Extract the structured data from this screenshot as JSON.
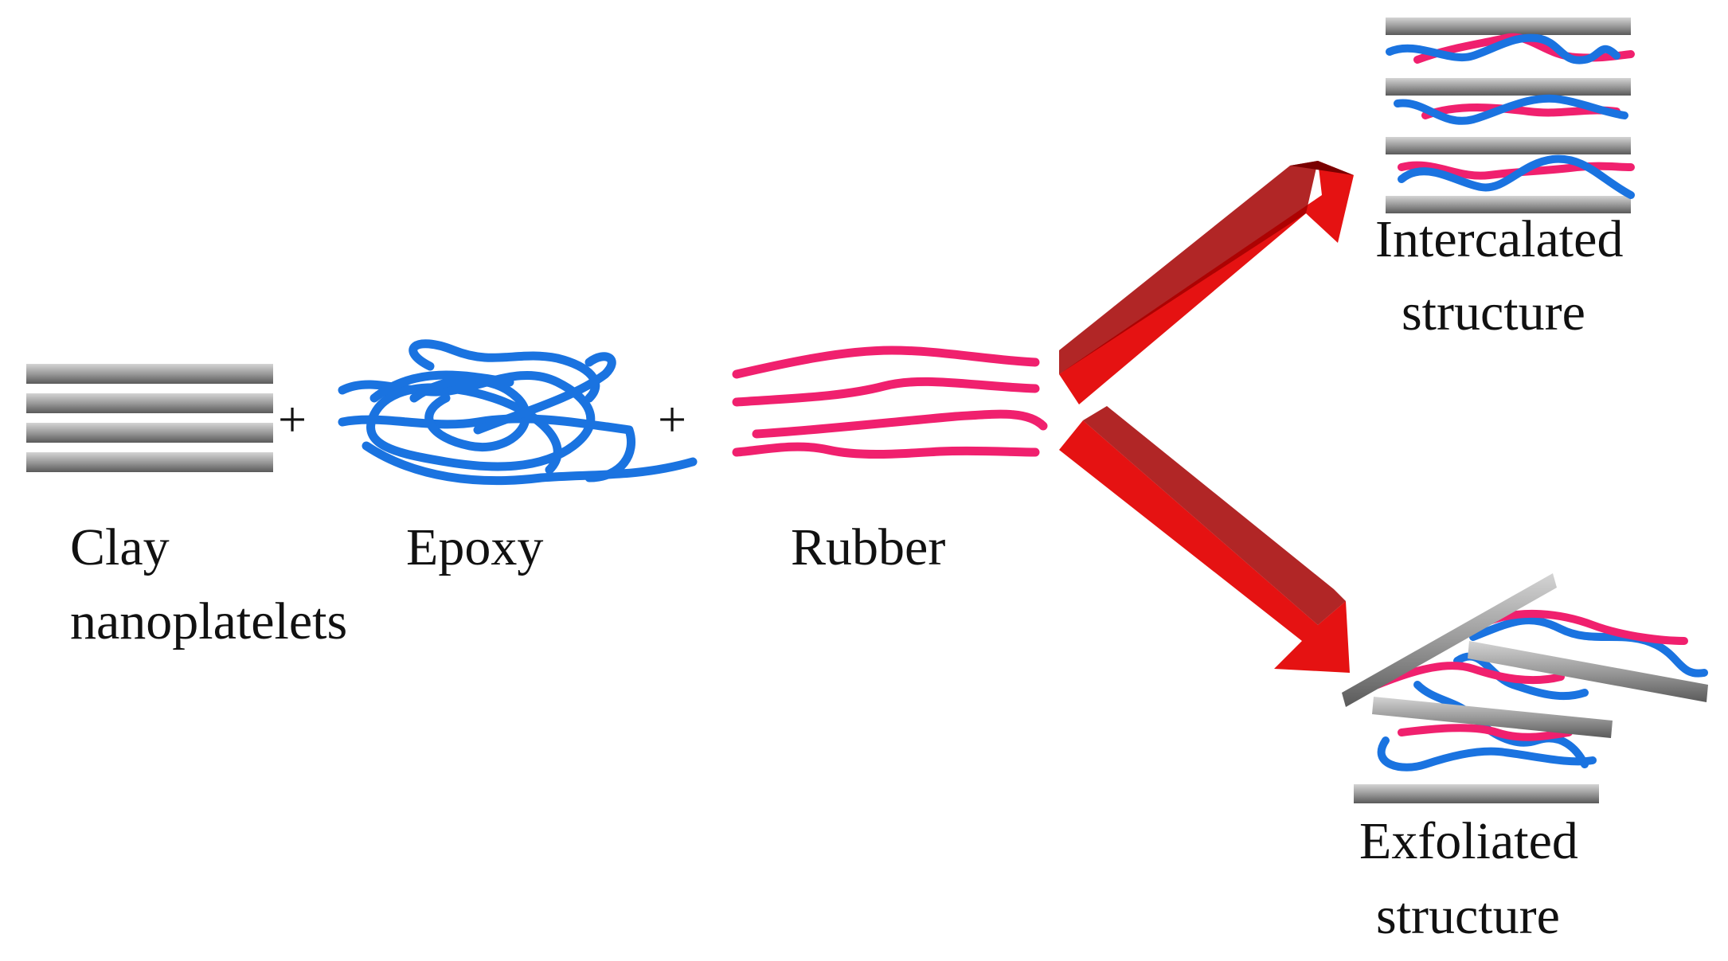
{
  "components": {
    "clay": {
      "line1": "Clay",
      "line2": "nanoplatelets"
    },
    "epoxy": {
      "label": "Epoxy"
    },
    "rubber": {
      "label": "Rubber"
    },
    "plus_sign": "+"
  },
  "results": {
    "intercalated": {
      "line1": "Intercalated",
      "line2": "structure"
    },
    "exfoliated": {
      "line1": "Exfoliated",
      "line2": "structure"
    }
  },
  "colors": {
    "clay_gray": "#9a9a9a",
    "epoxy_blue": "#1a73e0",
    "rubber_pink": "#f0206e",
    "arrow_red": "#e51212",
    "arrow_dark_red": "#a30000"
  }
}
